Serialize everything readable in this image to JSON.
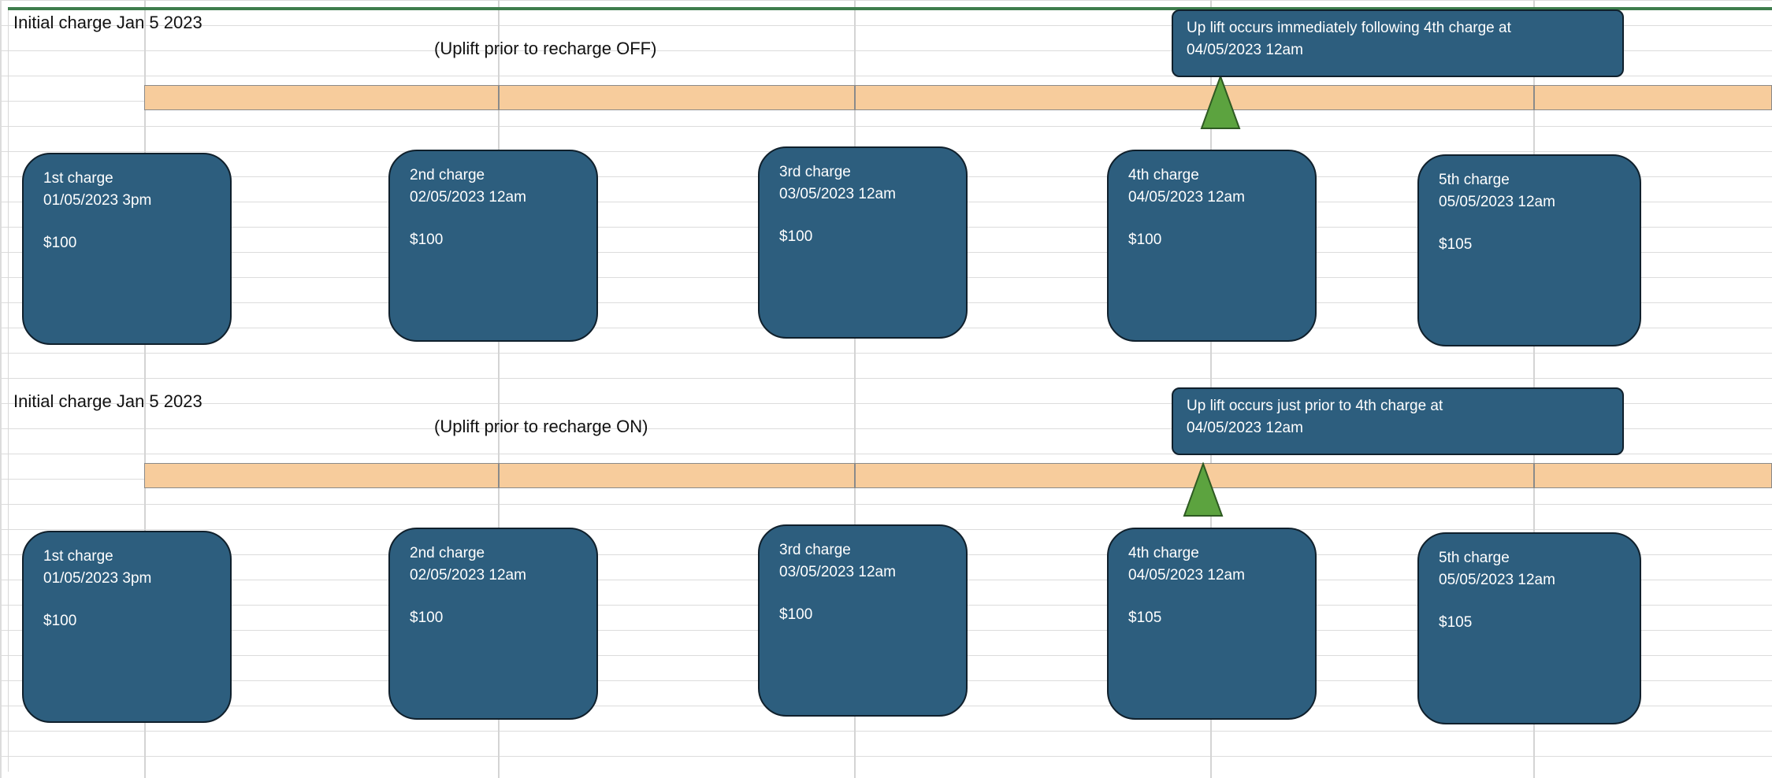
{
  "colors": {
    "band": "#f7cc9c",
    "box_fill": "#2d5e7e",
    "box_border": "#10202c",
    "marker": "#5ca33f",
    "top_border": "#3e7d4c"
  },
  "sections": [
    {
      "heading": "Initial charge Jan 5 2023",
      "subtitle": "(Uplift prior to recharge OFF)",
      "note": {
        "line1": "Up lift occurs immediately following 4th charge at",
        "line2": "04/05/2023 12am"
      },
      "charges": [
        {
          "label": "1st charge",
          "date": "01/05/2023 3pm",
          "amount": "$100"
        },
        {
          "label": "2nd charge",
          "date": "02/05/2023 12am",
          "amount": "$100"
        },
        {
          "label": "3rd charge",
          "date": "03/05/2023 12am",
          "amount": "$100"
        },
        {
          "label": "4th charge",
          "date": "04/05/2023 12am",
          "amount": "$100"
        },
        {
          "label": "5th charge",
          "date": "05/05/2023 12am",
          "amount": "$105"
        }
      ]
    },
    {
      "heading": "Initial charge Jan 5 2023",
      "subtitle": "(Uplift prior to recharge ON)",
      "note": {
        "line1": "Up lift occurs just prior to 4th charge at",
        "line2": "04/05/2023 12am"
      },
      "charges": [
        {
          "label": "1st charge",
          "date": "01/05/2023 3pm",
          "amount": "$100"
        },
        {
          "label": "2nd charge",
          "date": "02/05/2023 12am",
          "amount": "$100"
        },
        {
          "label": "3rd charge",
          "date": "03/05/2023 12am",
          "amount": "$100"
        },
        {
          "label": "4th charge",
          "date": "04/05/2023 12am",
          "amount": "$105"
        },
        {
          "label": "5th charge",
          "date": "05/05/2023 12am",
          "amount": "$105"
        }
      ]
    }
  ]
}
